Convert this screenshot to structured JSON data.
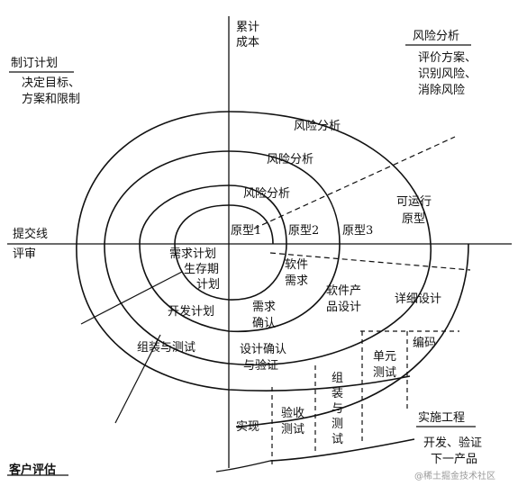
{
  "quadrants": {
    "top_left": {
      "title": "制订计划",
      "lines": [
        "决定目标、",
        "方案和限制"
      ]
    },
    "top_right": {
      "title": "风险分析",
      "lines": [
        "评价方案、",
        "识别风险、",
        "消除风险"
      ]
    },
    "bottom_right": {
      "title": "实施工程",
      "lines": [
        "开发、验证",
        "下一产品"
      ]
    },
    "bottom_left": {
      "title": "客户评估"
    }
  },
  "axes": {
    "vertical": [
      "累计",
      "成本"
    ],
    "horizontal": [
      "提交线",
      "评审"
    ]
  },
  "risk_analysis": [
    "风险分析",
    "风险分析",
    "风险分析"
  ],
  "prototypes": [
    "原型1",
    "原型2",
    "原型3"
  ],
  "operational_prototype": [
    "可运行",
    "原型"
  ],
  "plans": {
    "requirements_plan": [
      "需求计划",
      "生存期",
      "计划"
    ],
    "development_plan": "开发计划",
    "integration_test_plan": "组装与测试"
  },
  "products": {
    "software_requirements": [
      "软件",
      "需求"
    ],
    "requirements_validation": [
      "需求",
      "确认"
    ],
    "product_design": [
      "软件产",
      "品设计"
    ],
    "design_validation": [
      "设计确认",
      "与验证"
    ],
    "detailed_design": "详细设计",
    "coding": "编码",
    "unit_test": [
      "单元",
      "测试"
    ],
    "integration_test": [
      "组",
      "装",
      "与",
      "测",
      "试"
    ],
    "acceptance_test": [
      "验收",
      "测试"
    ],
    "implementation": "实现"
  },
  "watermark": "@稀土掘金技术社区"
}
